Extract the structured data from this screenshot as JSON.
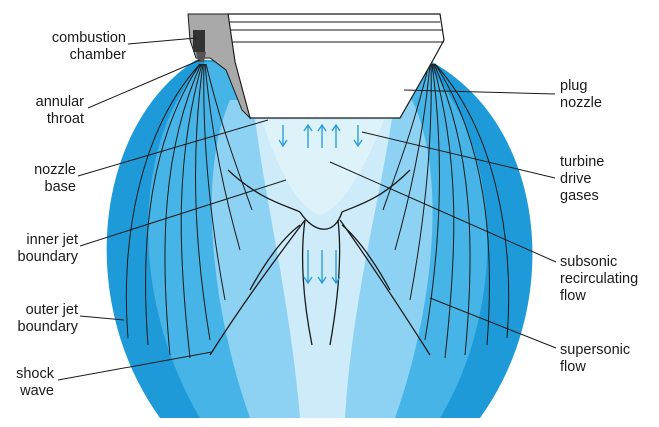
{
  "labels_left": [
    {
      "key": "combustion_chamber",
      "lines": [
        "combustion",
        "chamber"
      ]
    },
    {
      "key": "annular_throat",
      "lines": [
        "annular",
        "throat"
      ]
    },
    {
      "key": "nozzle_base",
      "lines": [
        "nozzle",
        "base"
      ]
    },
    {
      "key": "inner_jet_boundary",
      "lines": [
        "inner jet",
        "boundary"
      ]
    },
    {
      "key": "outer_jet_boundary",
      "lines": [
        "outer jet",
        "boundary"
      ]
    },
    {
      "key": "shock_wave",
      "lines": [
        "shock",
        "wave"
      ]
    }
  ],
  "labels_right": [
    {
      "key": "plug_nozzle",
      "lines": [
        "plug",
        "nozzle"
      ]
    },
    {
      "key": "turbine_drive_gases",
      "lines": [
        "turbine",
        "drive",
        "gases"
      ]
    },
    {
      "key": "subsonic_recirculating_flow",
      "lines": [
        "subsonic",
        "recirculating",
        "flow"
      ]
    },
    {
      "key": "supersonic_flow",
      "lines": [
        "supersonic",
        "flow"
      ]
    }
  ],
  "colors": {
    "outer_plume": "#1e9ad8",
    "mid_plume": "#46b4e6",
    "inner_plume": "#8dd2f2",
    "core_plume": "#cdebf8",
    "flow_arrows": "#2b9fdc",
    "nozzle_fill": "#ffffff",
    "nozzle_grey": "#a9a9a9",
    "line": "#1a1a1a"
  }
}
